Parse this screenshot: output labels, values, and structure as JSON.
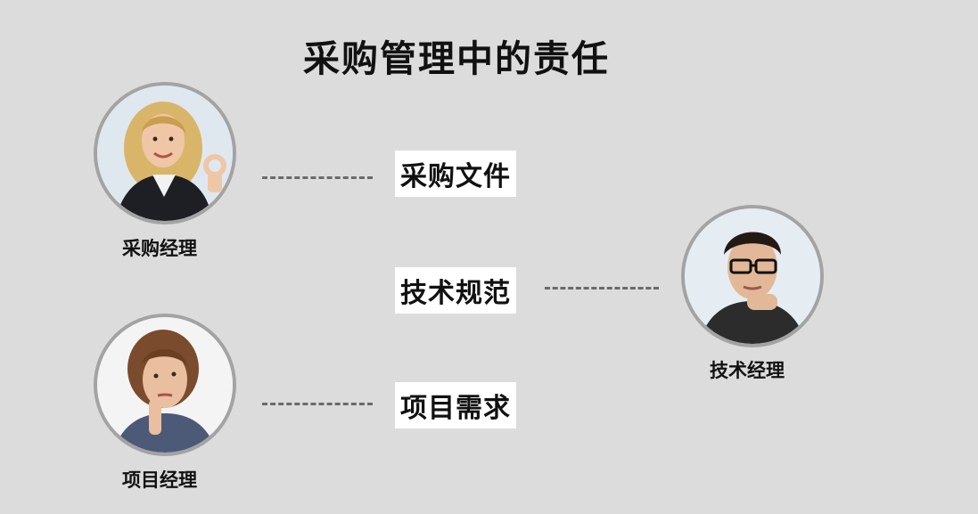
{
  "title": "采购管理中的责任",
  "people": {
    "procurement_manager": {
      "label": "采购经理"
    },
    "project_manager": {
      "label": "项目经理"
    },
    "technical_manager": {
      "label": "技术经理"
    }
  },
  "documents": {
    "procurement_docs": "采购文件",
    "tech_spec": "技术规范",
    "project_req": "项目需求"
  },
  "colors": {
    "background": "#dcdcdc",
    "avatar_ring": "#a3a3a3",
    "connector": "#6a6a6a",
    "box": "#ffffff"
  }
}
